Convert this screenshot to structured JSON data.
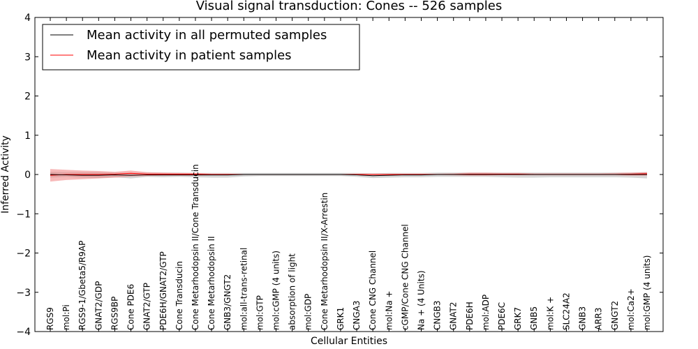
{
  "chart_data": {
    "type": "line",
    "title": "Visual signal transduction: Cones -- 526 samples",
    "xlabel": "Cellular Entities",
    "ylabel": "Inferred Activity",
    "ylim": [
      -4,
      4
    ],
    "yticks": [
      "−4",
      "−3",
      "−2",
      "−1",
      "0",
      "1",
      "2",
      "3",
      "4"
    ],
    "grid": false,
    "legend_position": "top-left",
    "categories": [
      "RGS9",
      "mol:Pi",
      "RGS9-1/Gbeta5/R9AP",
      "GNAT2/GDP",
      "RGS9BP",
      "Cone PDE6",
      "GNAT2/GTP",
      "PDE6H/GNAT2/GTP",
      "Cone Transducin",
      "Cone Metarhodopsin II/Cone Transducin",
      "Cone Metarhodopsin II",
      "GNB3/GNGT2",
      "mol:all-trans-retinal",
      "mol:GTP",
      "mol:cGMP (4 units)",
      "absorption of light",
      "mol:GDP",
      "Cone Metarhodopsin II/X-Arrestin",
      "GRK1",
      "CNGA3",
      "Cone CNG Channel",
      "mol:Na +",
      "cGMP/Cone CNG Channel",
      "Na + (4 Units)",
      "CNGB3",
      "GNAT2",
      "PDE6H",
      "mol:ADP",
      "PDE6C",
      "GRK7",
      "GNB5",
      "mol:K +",
      "SLC24A2",
      "GNB3",
      "ARR3",
      "GNGT2",
      "mol:Ca2+",
      "mol:GMP (4 units)"
    ],
    "series": [
      {
        "name": "Mean activity in all permuted samples",
        "color": "#000000",
        "values": [
          0.0,
          -0.01,
          -0.02,
          -0.02,
          -0.01,
          -0.02,
          -0.01,
          -0.01,
          -0.01,
          -0.01,
          -0.01,
          -0.01,
          0.0,
          0.0,
          0.0,
          0.0,
          0.0,
          0.0,
          0.0,
          -0.01,
          -0.03,
          -0.02,
          -0.01,
          -0.01,
          0.0,
          0.0,
          0.0,
          0.0,
          0.0,
          0.0,
          0.0,
          0.0,
          0.0,
          0.0,
          0.0,
          0.0,
          0.0,
          0.0
        ],
        "band_lower": [
          -0.08,
          -0.06,
          -0.08,
          -0.09,
          -0.07,
          -0.1,
          -0.06,
          -0.07,
          -0.06,
          -0.07,
          -0.08,
          -0.08,
          -0.05,
          -0.04,
          -0.04,
          -0.04,
          -0.04,
          -0.04,
          -0.04,
          -0.06,
          -0.09,
          -0.08,
          -0.07,
          -0.07,
          -0.06,
          -0.06,
          -0.06,
          -0.06,
          -0.07,
          -0.08,
          -0.08,
          -0.07,
          -0.07,
          -0.07,
          -0.07,
          -0.07,
          -0.08,
          -0.1
        ],
        "band_upper": [
          0.07,
          0.06,
          0.06,
          0.06,
          0.05,
          0.04,
          0.05,
          0.05,
          0.05,
          0.04,
          0.04,
          0.04,
          0.04,
          0.04,
          0.04,
          0.04,
          0.04,
          0.04,
          0.04,
          0.04,
          0.03,
          0.04,
          0.04,
          0.04,
          0.05,
          0.05,
          0.05,
          0.05,
          0.05,
          0.05,
          0.05,
          0.05,
          0.05,
          0.05,
          0.05,
          0.05,
          0.05,
          0.06
        ],
        "band_color": "#999999"
      },
      {
        "name": "Mean activity in patient samples",
        "color": "#ff0000",
        "values": [
          -0.02,
          0.0,
          0.0,
          0.0,
          0.01,
          0.03,
          0.01,
          0.01,
          0.01,
          0.01,
          0.0,
          0.0,
          0.0,
          0.0,
          0.0,
          0.0,
          0.0,
          0.0,
          0.0,
          0.0,
          0.0,
          0.0,
          0.0,
          0.0,
          0.0,
          0.0,
          0.01,
          0.01,
          0.01,
          0.01,
          0.0,
          0.0,
          0.0,
          0.0,
          0.0,
          0.0,
          0.01,
          0.02
        ],
        "band_lower": [
          -0.18,
          -0.14,
          -0.12,
          -0.1,
          -0.08,
          -0.05,
          -0.04,
          -0.03,
          -0.03,
          -0.03,
          -0.02,
          -0.02,
          -0.01,
          -0.01,
          -0.01,
          -0.01,
          -0.01,
          -0.01,
          -0.01,
          -0.01,
          -0.01,
          -0.01,
          -0.01,
          -0.01,
          -0.01,
          -0.02,
          -0.03,
          -0.03,
          -0.02,
          -0.02,
          -0.02,
          -0.02,
          -0.02,
          -0.02,
          -0.02,
          -0.02,
          -0.03,
          -0.03
        ],
        "band_upper": [
          0.14,
          0.12,
          0.1,
          0.09,
          0.07,
          0.1,
          0.06,
          0.05,
          0.04,
          0.04,
          0.02,
          0.02,
          0.01,
          0.01,
          0.01,
          0.01,
          0.01,
          0.01,
          0.01,
          0.02,
          0.02,
          0.02,
          0.02,
          0.02,
          0.02,
          0.03,
          0.05,
          0.05,
          0.04,
          0.04,
          0.03,
          0.03,
          0.03,
          0.03,
          0.03,
          0.04,
          0.05,
          0.06
        ],
        "band_color": "#f08080"
      }
    ]
  }
}
